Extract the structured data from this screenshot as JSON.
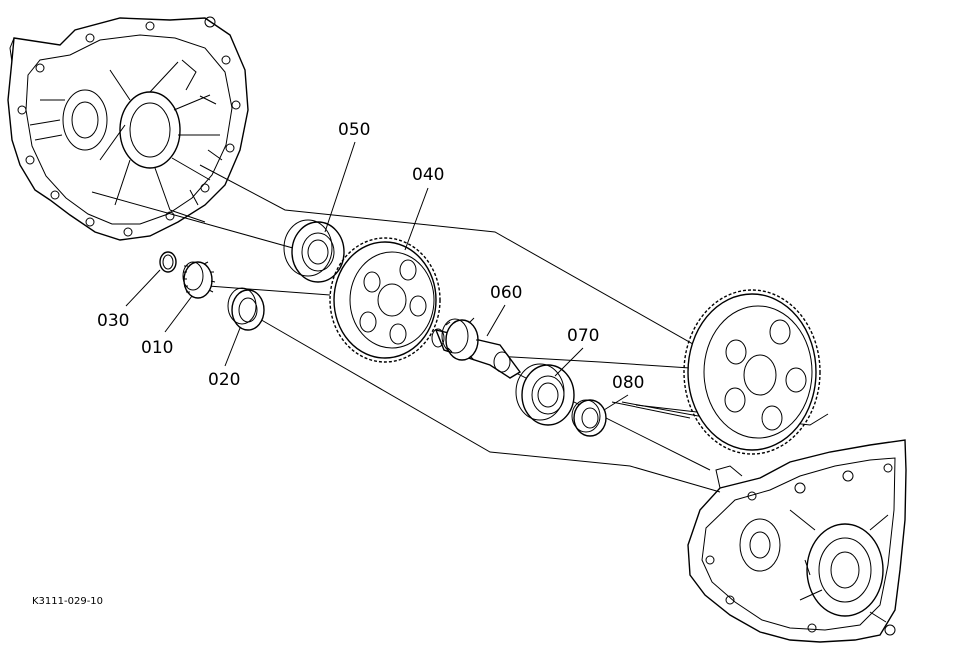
{
  "figure_ref": "K3111-029-10",
  "parts": [
    {
      "id": "p010",
      "label": "010"
    },
    {
      "id": "p020",
      "label": "020"
    },
    {
      "id": "p030",
      "label": "030"
    },
    {
      "id": "p040",
      "label": "040"
    },
    {
      "id": "p050",
      "label": "050"
    },
    {
      "id": "p060",
      "label": "060"
    },
    {
      "id": "p070",
      "label": "070"
    },
    {
      "id": "p080",
      "label": "080"
    }
  ]
}
